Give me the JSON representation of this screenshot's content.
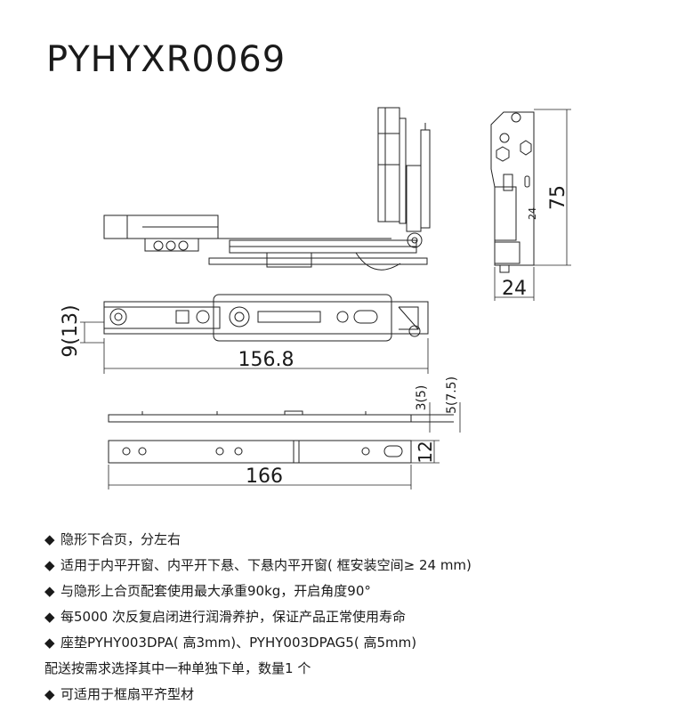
{
  "title": "PYHYXR0069",
  "dimensions": {
    "side_height": "75",
    "side_inner": "24",
    "side_width": "24",
    "top_offset": "9(13)",
    "top_length": "156.8",
    "pad_height_a": "3(5)",
    "pad_height_b": "5(7.5)",
    "pad_width": "12",
    "pad_length": "166"
  },
  "features": [
    {
      "bullet": "◆",
      "text": "隐形下合页，分左右"
    },
    {
      "bullet": "◆",
      "text": "适用于内平开窗、内平开下悬、下悬内平开窗( 框安装空间≥ 24 mm)"
    },
    {
      "bullet": "◆",
      "text": "与隐形上合页配套使用最大承重90kg，开启角度90°"
    },
    {
      "bullet": "◆",
      "text": "每5000 次反复启闭进行润滑养护，保证产品正常使用寿命"
    },
    {
      "bullet": "◆",
      "text": "座垫PYHY003DPA( 高3mm)、PYHY003DPAG5( 高5mm)"
    },
    {
      "bullet": "",
      "text": "配送按需求选择其中一种单独下单，数量1 个"
    },
    {
      "bullet": "◆",
      "text": "可适用于框扇平齐型材"
    }
  ]
}
